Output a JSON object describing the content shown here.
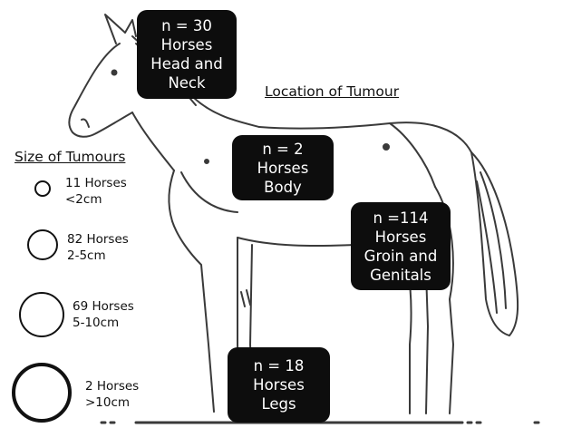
{
  "title": "Location of Tumour",
  "size_legend": {
    "heading": "Size of Tumours",
    "items": [
      {
        "count": "11 Horses",
        "size": "<2cm"
      },
      {
        "count": "82 Horses",
        "size": "2-5cm"
      },
      {
        "count": "69 Horses",
        "size": "5-10cm"
      },
      {
        "count": "2 Horses",
        "size": ">10cm"
      }
    ]
  },
  "locations": [
    {
      "n": "n = 30",
      "unit": "Horses",
      "line1": "Head and",
      "line2": "Neck"
    },
    {
      "n": "n = 2",
      "unit": "Horses",
      "line1": "Body",
      "line2": ""
    },
    {
      "n": "n =114",
      "unit": "Horses",
      "line1": "Groin and",
      "line2": "Genitals"
    },
    {
      "n": "n = 18",
      "unit": "Horses",
      "line1": "Legs",
      "line2": ""
    }
  ]
}
